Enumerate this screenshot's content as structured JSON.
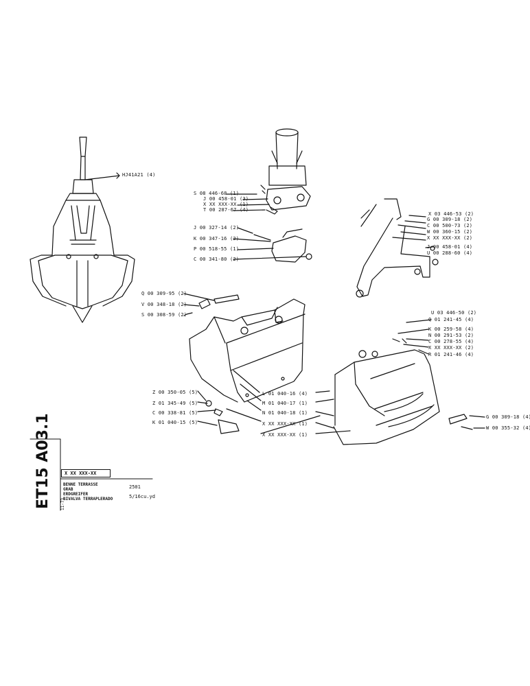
{
  "document": {
    "code": "ET15 A03.1",
    "date": "11-73",
    "part_ref": "X XX XXX-XX",
    "titles": [
      "BENNE TERRASSE",
      "GRAB",
      "ERDGREIFER",
      "BIVALVA TERRAPLERADO"
    ],
    "model": "2501",
    "capacity": "5/16cu.yd"
  },
  "labels": {
    "hj": "HJ41A21 (4)",
    "top": [
      "S 08 446-68 (1)",
      "J 00 458-01 (3)",
      "X XX XXX-XX (1)",
      "T 00 287-67 (4)",
      "J 00 327-14 (2)",
      "K 00 347-16 (2)",
      "P 00 518-55 (1)",
      "C 00 341-80 (2)"
    ],
    "arm": [
      "X 03 446-53 (2)",
      "G 00 309-18 (2)",
      "C 00 500-73 (2)",
      "W 00 360-15 (2)",
      "X XX XXX-XX (2)",
      "J 00 458-01 (4)",
      "U 00 288-60 (4)"
    ],
    "pin": [
      "Q 00 309-95 (2)",
      "V 00 348-18 (2)",
      "S 00 308-59 (2)"
    ],
    "right_shell": [
      "U 03 446-50 (2)",
      "Q 01 241-45 (4)",
      "K 00 259-58 (4)",
      "N 00 291-53 (2)",
      "C 00 278-55 (4)",
      "X XX XXX-XX (2)",
      "R 01 241-46 (4)"
    ],
    "teeth": [
      "Z 00 350-05 (5)",
      "Z 01 345-49 (5)",
      "C 00 338-81 (5)",
      "K 01 040-15 (5)"
    ],
    "center": [
      "L 01 040-16 (4)",
      "M 01 040-17 (1)",
      "N 01 040-18 (1)",
      "X XX XXX-XX (1)",
      "X XX XXX-XX (1)"
    ],
    "bolt": [
      "G 00 309-18 (4)",
      "W 00 355-32 (4)"
    ]
  }
}
